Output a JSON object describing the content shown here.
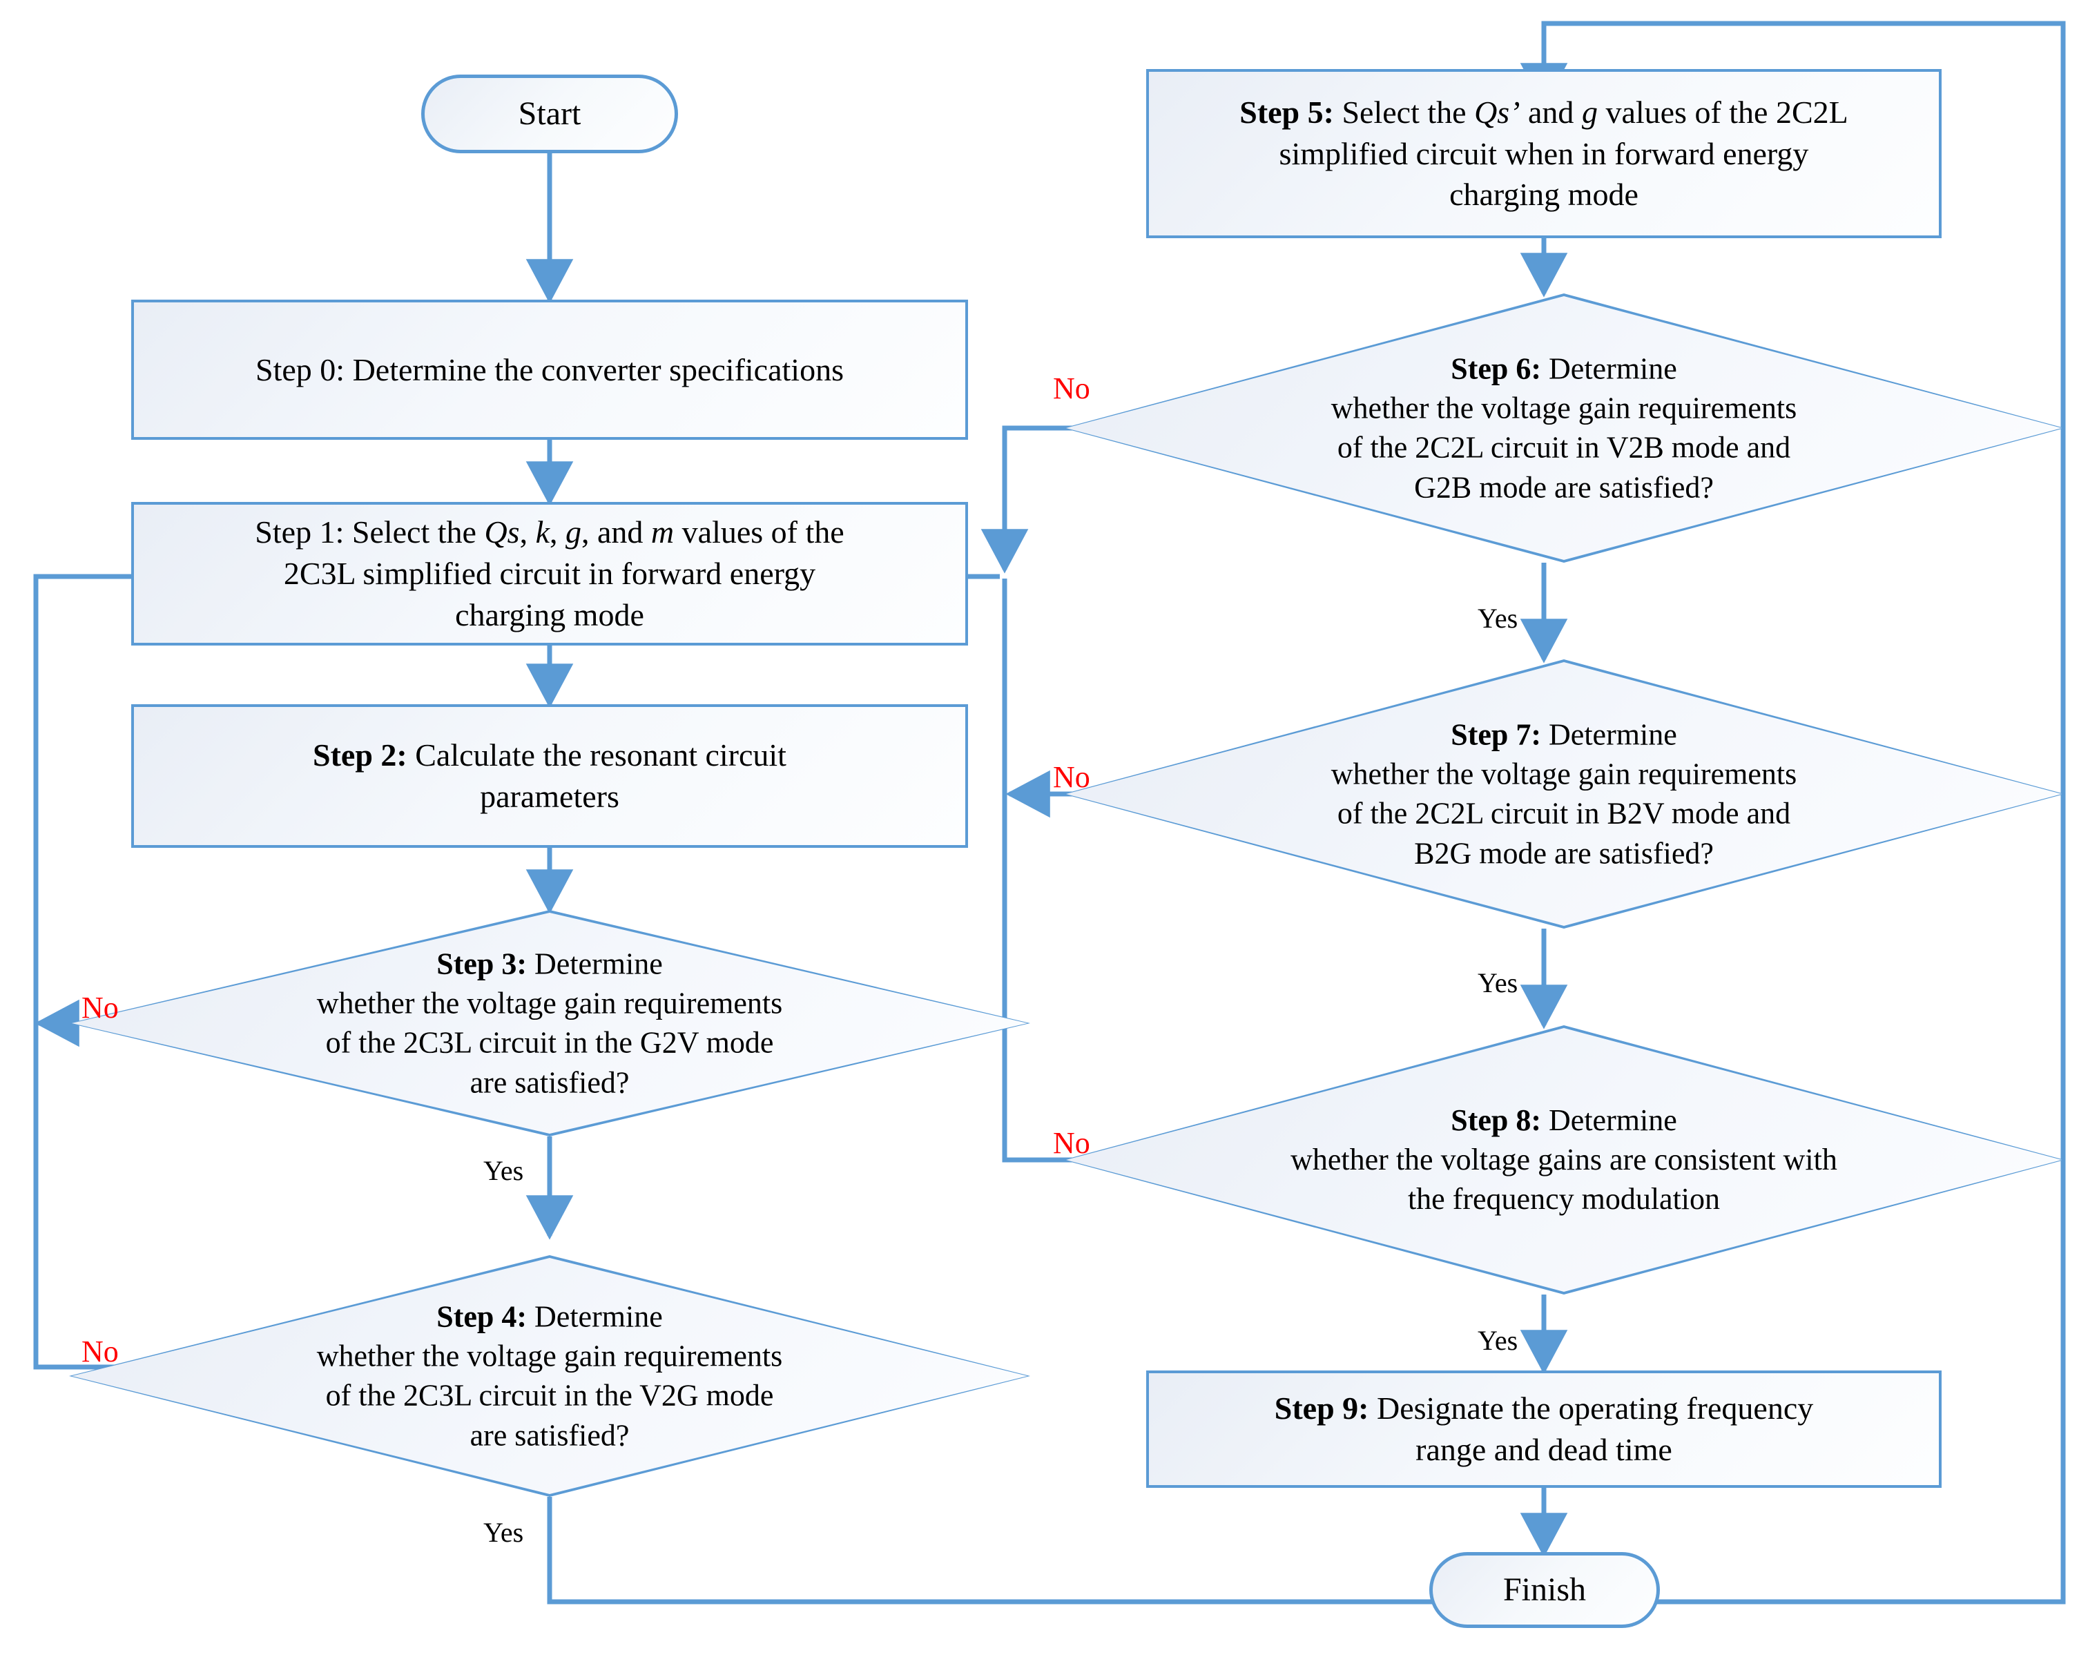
{
  "diagram": {
    "title": "Converter design procedure flowchart",
    "colors": {
      "stroke": "#5B9BD5",
      "fill_light": "#F5F8FC",
      "no_label": "#FF0000",
      "yes_label": "#000000",
      "text": "#000000"
    }
  },
  "nodes": {
    "start": {
      "label": "Start",
      "shape": "terminator"
    },
    "step0": {
      "shape": "process",
      "bold_prefix": "",
      "text": "Step 0: Determine the converter specifications"
    },
    "step1": {
      "shape": "process",
      "bold_prefix": "",
      "text": "Step 1: Select the Qs, k, g, and m values of the 2C3L simplified circuit in forward energy charging mode"
    },
    "step2": {
      "shape": "process",
      "bold_prefix": "Step 2:",
      "text": "Step 2: Calculate the resonant circuit parameters"
    },
    "step3": {
      "shape": "decision",
      "bold_prefix": "Step 3:",
      "text": "Step 3: Determine whether the voltage gain requirements of the 2C3L circuit in the G2V mode are satisfied?"
    },
    "step4": {
      "shape": "decision",
      "bold_prefix": "Step 4:",
      "text": "Step 4: Determine whether the voltage gain requirements of the 2C3L circuit in the V2G mode are satisfied?"
    },
    "step5": {
      "shape": "process",
      "bold_prefix": "Step 5:",
      "text": "Step 5: Select the Qs' and g values of the 2C2L simplified circuit when in forward energy charging mode"
    },
    "step6": {
      "shape": "decision",
      "bold_prefix": "Step 6:",
      "text": "Step 6: Determine whether the voltage gain requirements of the 2C2L circuit in V2B mode and G2B mode are satisfied?"
    },
    "step7": {
      "shape": "decision",
      "bold_prefix": "Step 7:",
      "text": "Step 7: Determine whether the voltage gain requirements of the 2C2L circuit in B2V mode and B2G mode are satisfied?"
    },
    "step8": {
      "shape": "decision",
      "bold_prefix": "Step 8:",
      "text": "Step 8: Determine whether the voltage gains are consistent with the frequency modulation"
    },
    "step9": {
      "shape": "process",
      "bold_prefix": "Step 9:",
      "text": "Step 9: Designate the operating frequency range and dead time"
    },
    "finish": {
      "label": "Finish",
      "shape": "terminator"
    }
  },
  "lines": {
    "step0_l1": "Step 0: Determine the converter specifications",
    "step1_l1_a": "Step 1: Select the ",
    "step1_l1_qs": "Qs",
    "step1_l1_b": ", ",
    "step1_l1_k": "k",
    "step1_l1_c": ", ",
    "step1_l1_g": "g",
    "step1_l1_d": ", and ",
    "step1_l1_m": "m",
    "step1_l1_e": " values of the",
    "step1_l2": "2C3L simplified circuit in forward energy",
    "step1_l3": "charging mode",
    "step2_bold": "Step 2:",
    "step2_l1": " Calculate the resonant circuit",
    "step2_l2": "parameters",
    "step3_bold": "Step 3:",
    "step3_l1": " Determine",
    "step3_l2": "whether the voltage gain requirements",
    "step3_l3": "of the 2C3L circuit in the G2V mode",
    "step3_l4": "are satisfied?",
    "step4_bold": "Step 4:",
    "step4_l1": " Determine",
    "step4_l2": "whether the voltage gain requirements",
    "step4_l3": "of the 2C3L circuit in the V2G mode",
    "step4_l4": "are satisfied?",
    "step5_bold": "Step 5:",
    "step5_l1_a": " Select the ",
    "step5_l1_qs": "Qs’",
    "step5_l1_b": " and ",
    "step5_l1_g": "g",
    "step5_l1_c": " values of the 2C2L",
    "step5_l2": "simplified circuit when in forward energy",
    "step5_l3": "charging mode",
    "step6_bold": "Step 6:",
    "step6_l1": " Determine",
    "step6_l2": "whether the voltage gain requirements",
    "step6_l3": "of the 2C2L circuit in V2B mode and",
    "step6_l4": "G2B mode are satisfied?",
    "step7_bold": "Step 7:",
    "step7_l1": " Determine",
    "step7_l2": "whether the voltage gain requirements",
    "step7_l3": "of the 2C2L circuit in B2V mode and",
    "step7_l4": "B2G mode are satisfied?",
    "step8_bold": "Step 8:",
    "step8_l1": " Determine",
    "step8_l2": "whether the voltage gains are consistent with",
    "step8_l3": "the frequency modulation",
    "step9_bold": "Step 9:",
    "step9_l1": " Designate the operating frequency",
    "step9_l2": "range and dead time"
  },
  "edge_labels": {
    "step3_no": "No",
    "step3_yes": "Yes",
    "step4_no": "No",
    "step4_yes": "Yes",
    "step6_no": "No",
    "step6_yes": "Yes",
    "step7_no": "No",
    "step7_yes": "Yes",
    "step8_no": "No",
    "step8_yes": "Yes"
  }
}
